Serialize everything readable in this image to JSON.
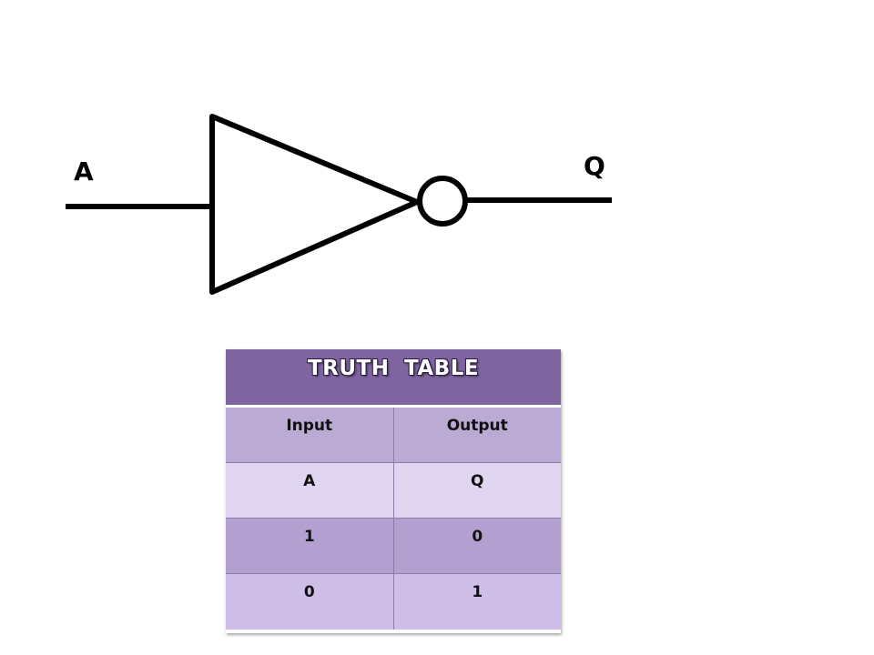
{
  "diagram": {
    "gate_type": "NOT",
    "input_label": "A",
    "output_label": "Q"
  },
  "truth_table": {
    "title": "TRUTH  TABLE",
    "headers": [
      "Input",
      "Output"
    ],
    "subheaders": [
      "A",
      "Q"
    ],
    "rows": [
      [
        "1",
        "0"
      ],
      [
        "0",
        "1"
      ]
    ],
    "colors": {
      "title_bg": "#7f65a0",
      "header_bg": "#bbaad3",
      "subheader_bg": "#e0d5f0",
      "row1_bg": "#b39fd0",
      "row2_bg": "#cfbfe8"
    }
  }
}
